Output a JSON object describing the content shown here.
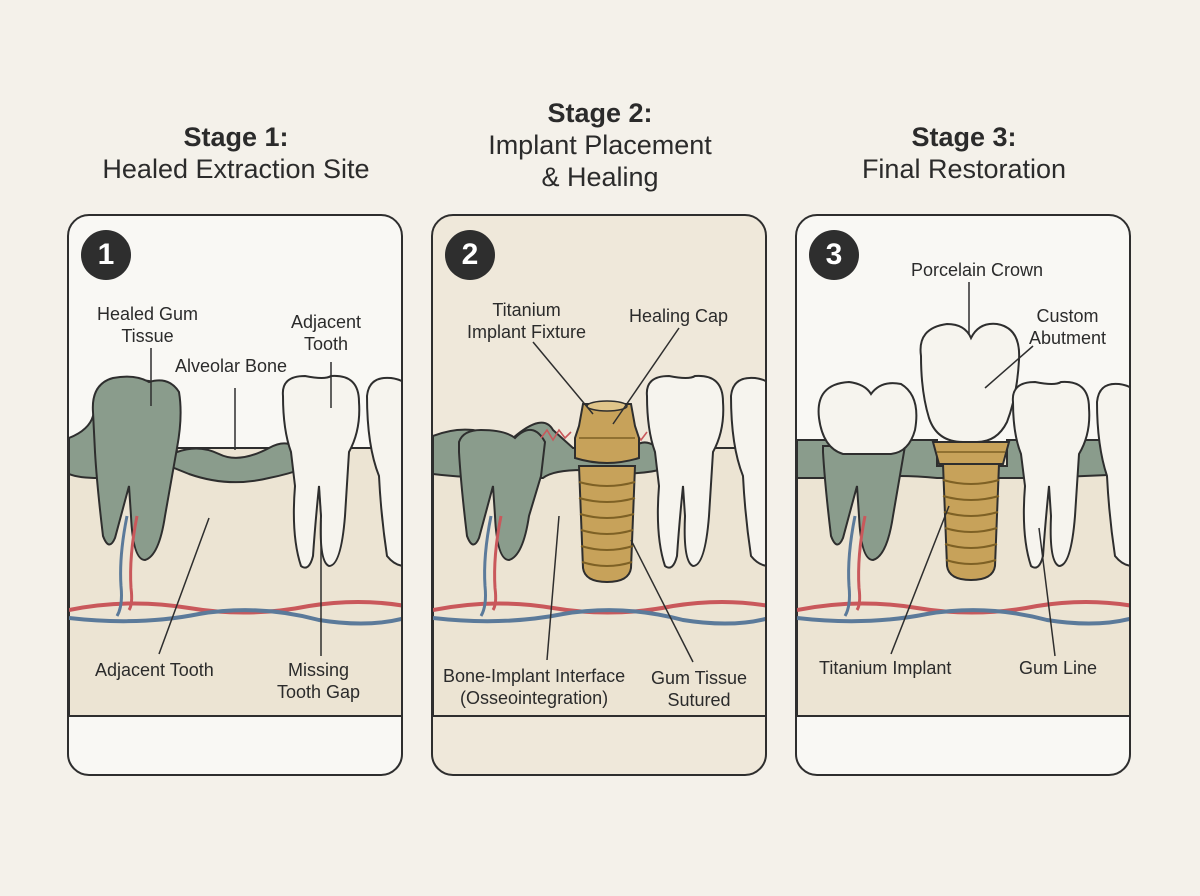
{
  "stages": [
    {
      "title_bold": "Stage 1:",
      "title": "Healed Extraction Site",
      "badge": "1",
      "labels": {
        "gum": "Healed Gum\nTissue",
        "bone": "Alveolar Bone",
        "adjacent_top": "Adjacent\nTooth",
        "adjacent_bottom": "Adjacent Tooth",
        "gap": "Missing\nTooth Gap"
      }
    },
    {
      "title_bold": "Stage 2:",
      "title": "Implant Placement\n& Healing",
      "badge": "2",
      "labels": {
        "fixture": "Titanium\nImplant Fixture",
        "cap": "Healing Cap",
        "interface": "Bone-Implant Interface\n(Osseointegration)",
        "sutured": "Gum Tissue\nSutured"
      }
    },
    {
      "title_bold": "Stage 3:",
      "title": "Final Restoration",
      "badge": "3",
      "labels": {
        "crown": "Porcelain Crown",
        "abutment": "Custom\nAbutment",
        "implant": "Titanium Implant",
        "gumline": "Gum Line"
      }
    }
  ],
  "colors": {
    "background": "#f4f1ea",
    "gum": "#8a9c8c",
    "bone": "#ece4d3",
    "tooth": "#f6f4ee",
    "titanium": "#c7a25a",
    "artery": "#c9585b",
    "vein": "#5b7a9a",
    "outline": "#2e2e2e"
  }
}
